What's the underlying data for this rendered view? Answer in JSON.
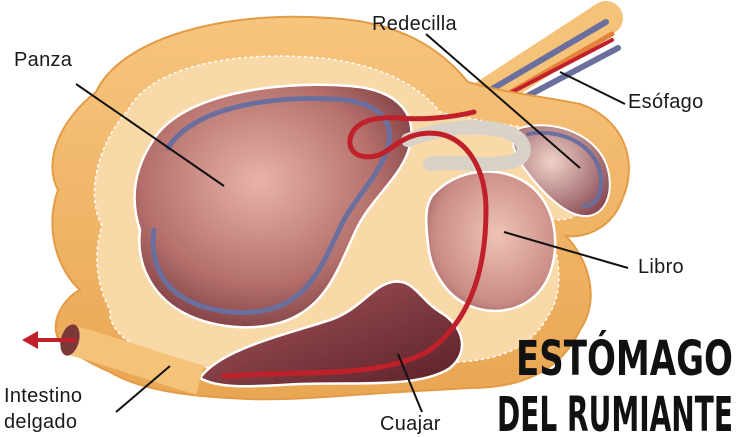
{
  "title": {
    "line1": "ESTÓMAGO",
    "line2": "DEL RUMIANTE"
  },
  "labels": {
    "panza": "Panza",
    "redecilla": "Redecilla",
    "esofago": "Esófago",
    "libro": "Libro",
    "intestino_line1": "Intestino",
    "intestino_line2": "delgado",
    "cuajar": "Cuajar"
  },
  "colors": {
    "outer_tissue": "#f2b765",
    "inner_tissue": "#f9d9a8",
    "chamber_dark": "#7a3b3f",
    "chamber_light": "#d9a59a",
    "red_tract": "#c0202a",
    "blue_tract": "#6a6f9e"
  }
}
